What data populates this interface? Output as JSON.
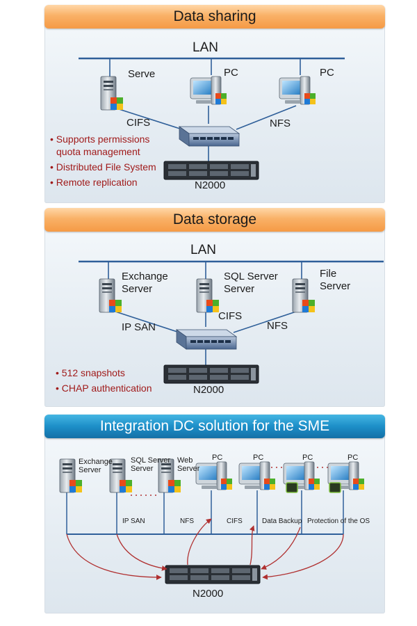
{
  "sharing": {
    "header": "Data sharing",
    "lan": "LAN",
    "serve": "Serve",
    "pc_left": "PC",
    "pc_right": "PC",
    "cifs": "CIFS",
    "nfs": "NFS",
    "features": [
      "• Supports permissions",
      "quota management",
      "• Distributed File System",
      "• Remote replication"
    ],
    "device": "N2000"
  },
  "storage": {
    "header": "Data storage",
    "lan": "LAN",
    "exchange": [
      "Exchange",
      "Server"
    ],
    "sql": [
      "SQL Server",
      "Server"
    ],
    "file": [
      "File",
      "Server"
    ],
    "cifs": "CIFS",
    "ipsan": "IP SAN",
    "nfs": "NFS",
    "features": [
      "• 512 snapshots",
      "• CHAP authentication"
    ],
    "device": "N2000"
  },
  "integration": {
    "header": "Integration DC solution for the SME",
    "exchange": [
      "Exchange",
      "Server"
    ],
    "sql": [
      "SQL Server",
      "Server"
    ],
    "web": [
      "Web",
      "Server"
    ],
    "pcs": [
      "PC",
      "PC",
      "PC",
      "PC"
    ],
    "ipsan": "IP SAN",
    "nfs": "NFS",
    "cifs": "CIFS",
    "backup": "Data Backup",
    "protection": "Protection of the OS",
    "device": "N2000"
  },
  "colors": {
    "lan_line": "#2f5f99",
    "orange": "#f5a04e",
    "blue": "#1d8fc8",
    "feature_red": "#a01a1a",
    "arrow_red": "#b03030"
  }
}
